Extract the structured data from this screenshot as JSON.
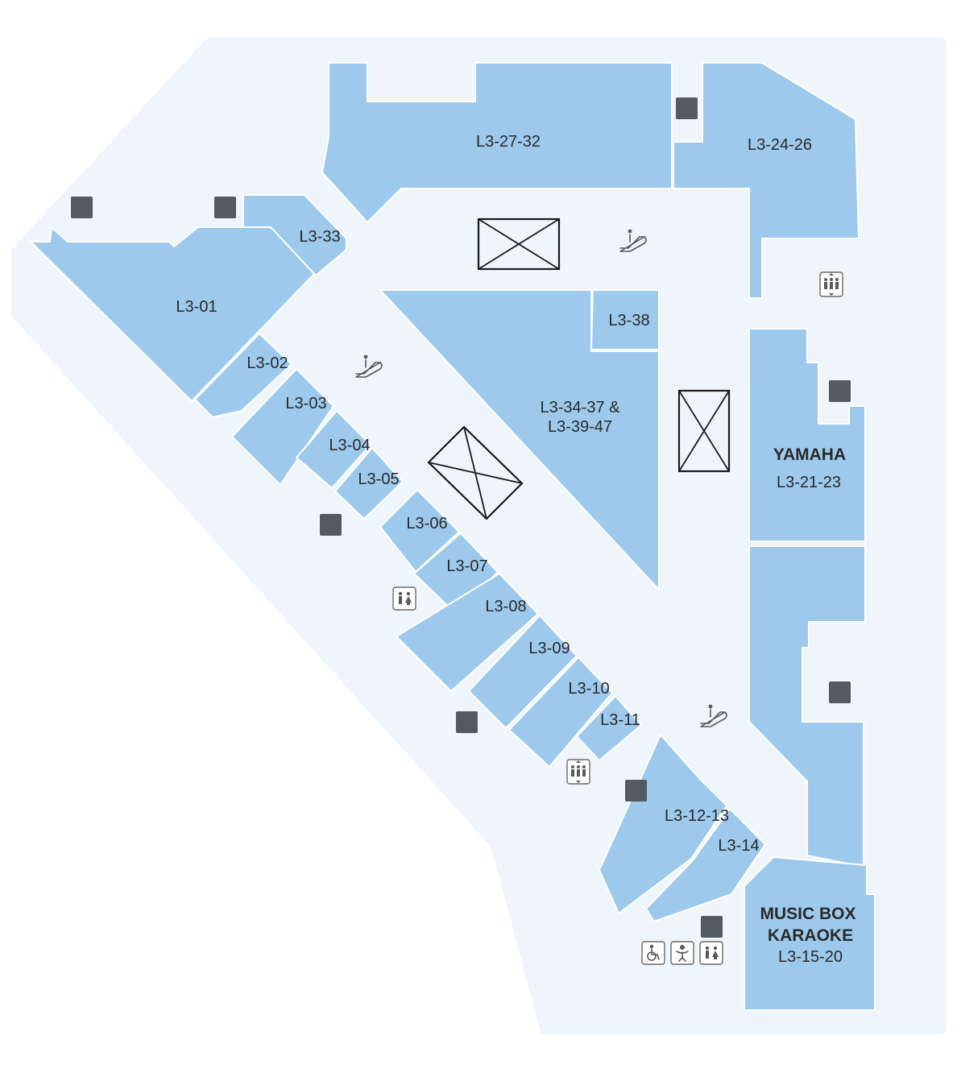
{
  "units": [
    {
      "id": "L3-01",
      "label": "L3-01"
    },
    {
      "id": "L3-02",
      "label": "L3-02"
    },
    {
      "id": "L3-03",
      "label": "L3-03"
    },
    {
      "id": "L3-04",
      "label": "L3-04"
    },
    {
      "id": "L3-05",
      "label": "L3-05"
    },
    {
      "id": "L3-06",
      "label": "L3-06"
    },
    {
      "id": "L3-07",
      "label": "L3-07"
    },
    {
      "id": "L3-08",
      "label": "L3-08"
    },
    {
      "id": "L3-09",
      "label": "L3-09"
    },
    {
      "id": "L3-10",
      "label": "L3-10"
    },
    {
      "id": "L3-11",
      "label": "L3-11"
    },
    {
      "id": "L3-12-13",
      "label": "L3-12-13"
    },
    {
      "id": "L3-14",
      "label": "L3-14"
    },
    {
      "id": "L3-15-20",
      "label": "L3-15-20",
      "brand_lines": [
        "MUSIC BOX",
        "KARAOKE"
      ]
    },
    {
      "id": "L3-21-23",
      "label": "L3-21-23",
      "brand_lines": [
        "YAMAHA"
      ]
    },
    {
      "id": "L3-24-26",
      "label": "L3-24-26"
    },
    {
      "id": "L3-27-32",
      "label": "L3-27-32"
    },
    {
      "id": "L3-33",
      "label": "L3-33"
    },
    {
      "id": "L3-34-37-39-47",
      "label_lines": [
        "L3-34-37 &",
        "L3-39-47"
      ]
    },
    {
      "id": "L3-38",
      "label": "L3-38"
    }
  ],
  "icons": {
    "escalator": "escalator-icon",
    "lift": "lift-icon",
    "restroom": "restroom-icon",
    "accessible": "accessible-toilet-icon",
    "baby": "baby-room-icon",
    "fire_exit": "fire-exit-icon",
    "void": "void-icon"
  },
  "colors": {
    "floor": "#eef5fb",
    "unit": "#9dc9ec",
    "fire_exit": "#555a5f",
    "void_outline": "#1b1b1b",
    "text": "#2a2a2a"
  }
}
